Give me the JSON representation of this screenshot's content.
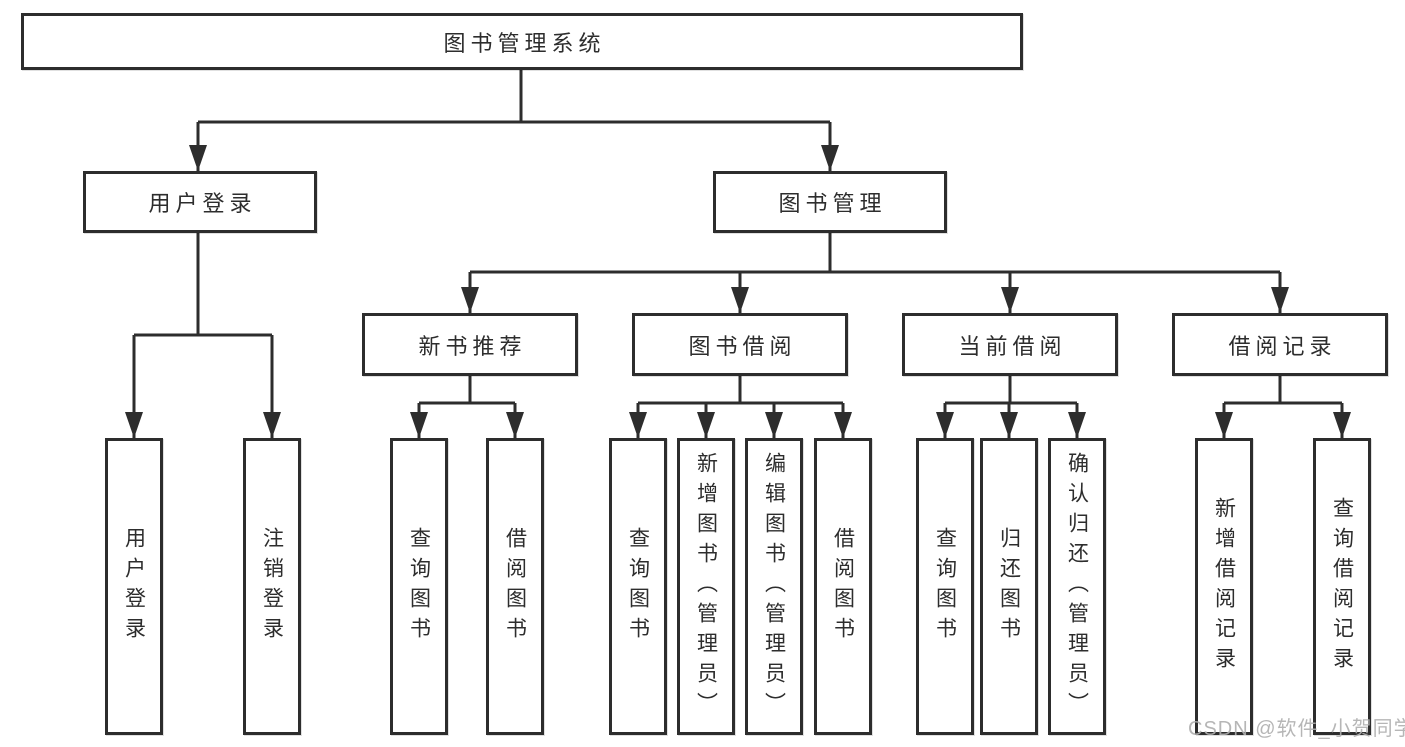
{
  "diagram": {
    "root": {
      "label": "图书管理系统"
    },
    "branches": [
      {
        "label": "用户登录",
        "children": [
          {
            "label": "用户登录"
          },
          {
            "label": "注销登录"
          }
        ]
      },
      {
        "label": "图书管理",
        "children": [
          {
            "label": "新书推荐",
            "children": [
              {
                "label": "查询图书"
              },
              {
                "label": "借阅图书"
              }
            ]
          },
          {
            "label": "图书借阅",
            "children": [
              {
                "label": "查询图书"
              },
              {
                "label": "新增图书（管理员）"
              },
              {
                "label": "编辑图书（管理员）"
              },
              {
                "label": "借阅图书"
              }
            ]
          },
          {
            "label": "当前借阅",
            "children": [
              {
                "label": "查询图书"
              },
              {
                "label": "归还图书"
              },
              {
                "label": "确认归还（管理员）"
              }
            ]
          },
          {
            "label": "借阅记录",
            "children": [
              {
                "label": "新增借阅记录"
              },
              {
                "label": "查询借阅记录"
              }
            ]
          }
        ]
      }
    ]
  },
  "watermark": {
    "text": "CSDN @软件_小贺同学"
  },
  "colors": {
    "line": "#2d2d2d",
    "box_border": "#2d2d2d",
    "text": "#2d2d2d",
    "background": "#ffffff",
    "watermark": "#afafaf"
  }
}
